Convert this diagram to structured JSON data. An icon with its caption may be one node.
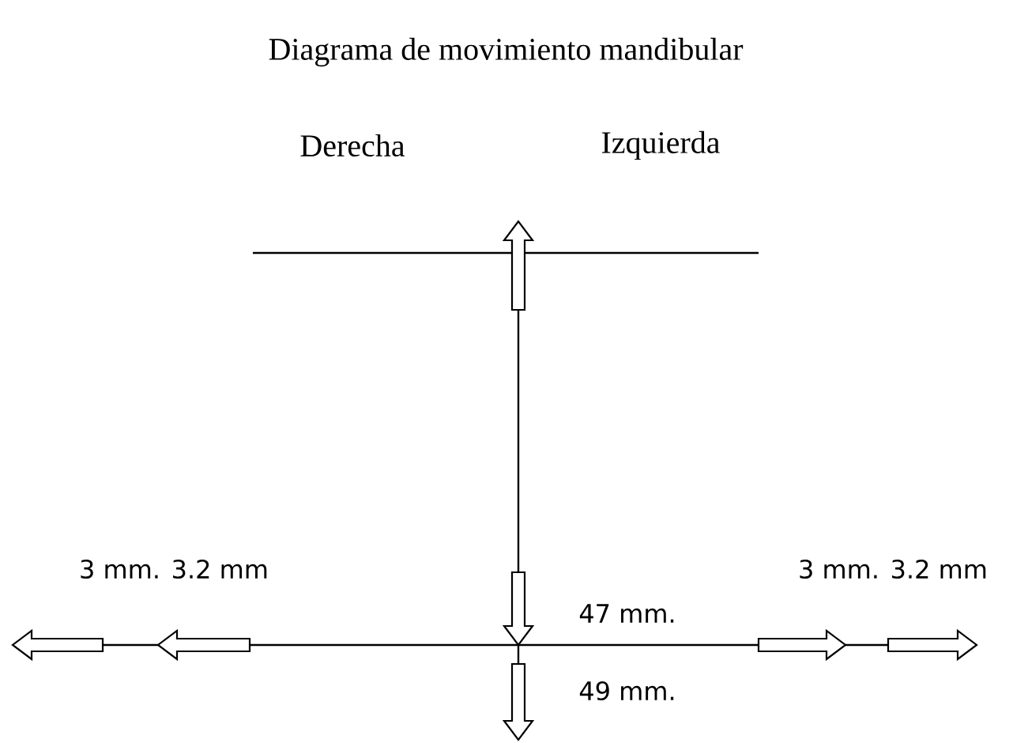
{
  "diagram": {
    "title": "Diagrama de movimiento mandibular",
    "labels": [
      "Derecha",
      "Izquierda",
      "3 mm.  3.2 mm",
      "3 mm. 3.2 mm",
      "47 mm.",
      "49 mm."
    ]
  }
}
